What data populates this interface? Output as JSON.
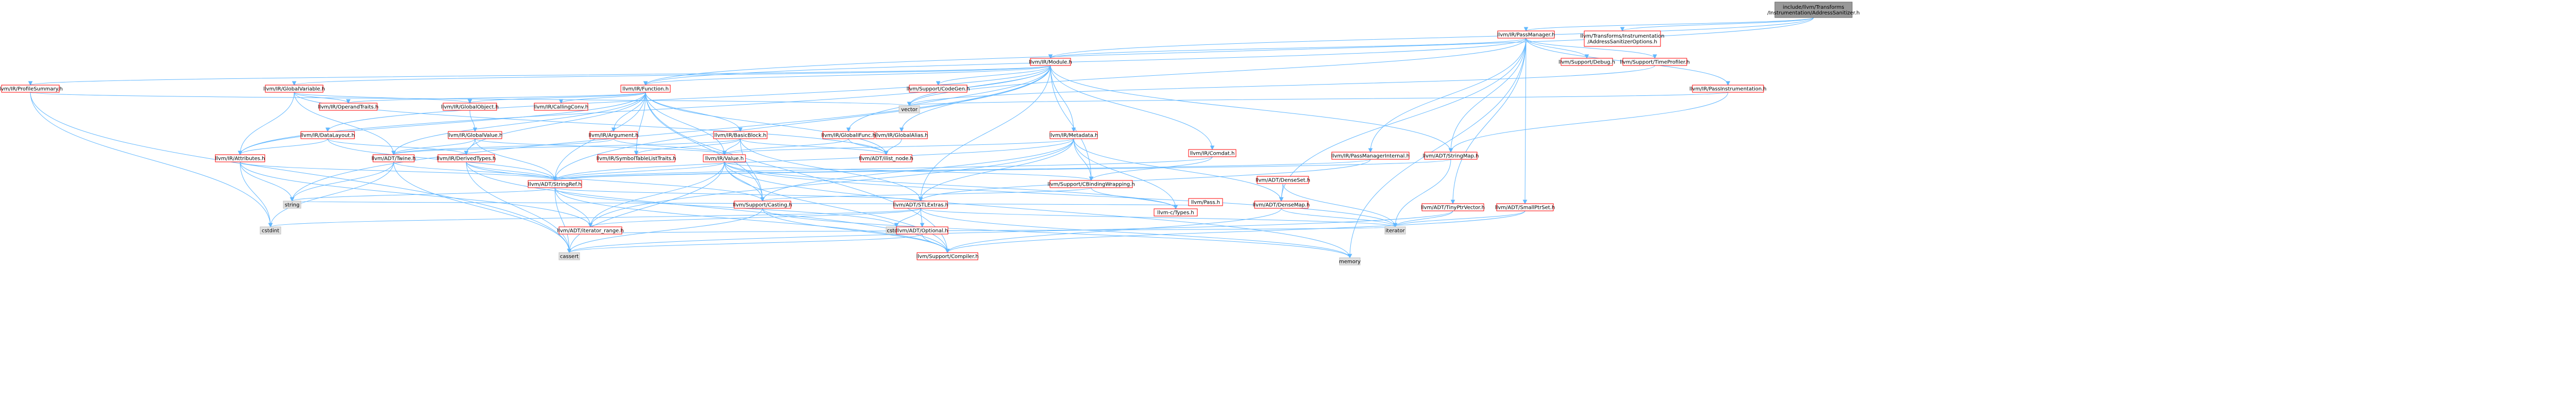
{
  "colors": {
    "root_fill": "#999999",
    "root_border": "#666666",
    "red_border": "#ff0000",
    "gray_border": "#bfbfbf",
    "node_fill": "#ffffff",
    "leaf_fill": "#e0e0e0",
    "edge": "#63b8ff"
  },
  "graph": {
    "nodes": [
      {
        "id": "root",
        "label": [
          "include/llvm/Transforms",
          "/Instrumentation/AddressSanitizer.h"
        ],
        "style": "root"
      },
      {
        "id": "passmanager",
        "label": [
          "llvm/IR/PassManager.h"
        ],
        "style": "red"
      },
      {
        "id": "asanopts",
        "label": [
          "llvm/Transforms/Instrumentation",
          "/AddressSanitizerOptions.h"
        ],
        "style": "red"
      },
      {
        "id": "module",
        "label": [
          "llvm/IR/Module.h"
        ],
        "style": "red"
      },
      {
        "id": "support_debug",
        "label": [
          "llvm/Support/Debug.h"
        ],
        "style": "red"
      },
      {
        "id": "timeprofiler",
        "label": [
          "llvm/Support/TimeProfiler.h"
        ],
        "style": "red"
      },
      {
        "id": "passinstr",
        "label": [
          "llvm/IR/PassInstrumentation.h"
        ],
        "style": "red"
      },
      {
        "id": "profilesummary",
        "label": [
          "llvm/IR/ProfileSummary.h"
        ],
        "style": "red"
      },
      {
        "id": "globalvariable",
        "label": [
          "llvm/IR/GlobalVariable.h"
        ],
        "style": "red"
      },
      {
        "id": "function",
        "label": [
          "llvm/IR/Function.h"
        ],
        "style": "red"
      },
      {
        "id": "codegen",
        "label": [
          "llvm/Support/CodeGen.h"
        ],
        "style": "red"
      },
      {
        "id": "operandtraits",
        "label": [
          "llvm/IR/OperandTraits.h"
        ],
        "style": "red"
      },
      {
        "id": "globalobject",
        "label": [
          "llvm/IR/GlobalObject.h"
        ],
        "style": "red"
      },
      {
        "id": "callingconv",
        "label": [
          "llvm/IR/CallingConv.h"
        ],
        "style": "red"
      },
      {
        "id": "vector",
        "label": [
          "vector"
        ],
        "style": "leaf"
      },
      {
        "id": "datalayout",
        "label": [
          "llvm/IR/DataLayout.h"
        ],
        "style": "red"
      },
      {
        "id": "globalvalue",
        "label": [
          "llvm/IR/GlobalValue.h"
        ],
        "style": "red"
      },
      {
        "id": "argument",
        "label": [
          "llvm/IR/Argument.h"
        ],
        "style": "red"
      },
      {
        "id": "basicblock",
        "label": [
          "llvm/IR/BasicBlock.h"
        ],
        "style": "red"
      },
      {
        "id": "globalifunc",
        "label": [
          "llvm/IR/GlobalIFunc.h"
        ],
        "style": "red"
      },
      {
        "id": "globalalias",
        "label": [
          "llvm/IR/GlobalAlias.h"
        ],
        "style": "red"
      },
      {
        "id": "metadata",
        "label": [
          "llvm/IR/Metadata.h"
        ],
        "style": "red"
      },
      {
        "id": "comdat",
        "label": [
          "llvm/IR/Comdat.h"
        ],
        "style": "red"
      },
      {
        "id": "passmanagerinternal",
        "label": [
          "llvm/IR/PassManagerInternal.h"
        ],
        "style": "red"
      },
      {
        "id": "stringmap",
        "label": [
          "llvm/ADT/StringMap.h"
        ],
        "style": "red"
      },
      {
        "id": "attributes",
        "label": [
          "llvm/IR/Attributes.h"
        ],
        "style": "red"
      },
      {
        "id": "twine",
        "label": [
          "llvm/ADT/Twine.h"
        ],
        "style": "red"
      },
      {
        "id": "derivedtypes",
        "label": [
          "llvm/IR/DerivedTypes.h"
        ],
        "style": "red"
      },
      {
        "id": "symboltable",
        "label": [
          "llvm/IR/SymbolTableListTraits.h"
        ],
        "style": "red"
      },
      {
        "id": "value",
        "label": [
          "llvm/IR/Value.h"
        ],
        "style": "red"
      },
      {
        "id": "ilist_node",
        "label": [
          "llvm/ADT/ilist_node.h"
        ],
        "style": "red"
      },
      {
        "id": "densemapset",
        "label": [
          "llvm/ADT/DenseSet.h"
        ],
        "style": "red"
      },
      {
        "id": "tinyptrvector",
        "label": [
          "llvm/ADT/TinyPtrVector.h"
        ],
        "style": "red"
      },
      {
        "id": "smallptrset",
        "label": [
          "llvm/ADT/SmallPtrSet.h"
        ],
        "style": "red"
      },
      {
        "id": "stringref",
        "label": [
          "llvm/ADT/StringRef.h"
        ],
        "style": "red"
      },
      {
        "id": "cbinding",
        "label": [
          "llvm/Support/CBindingWrapping.h"
        ],
        "style": "red"
      },
      {
        "id": "pass",
        "label": [
          "llvm/Pass.h"
        ],
        "style": "red"
      },
      {
        "id": "densemap",
        "label": [
          "llvm/ADT/DenseMap.h"
        ],
        "style": "red"
      },
      {
        "id": "string",
        "label": [
          "string"
        ],
        "style": "leaf"
      },
      {
        "id": "casting",
        "label": [
          "llvm/Support/Casting.h"
        ],
        "style": "red"
      },
      {
        "id": "stlextras",
        "label": [
          "llvm/ADT/STLExtras.h"
        ],
        "style": "red"
      },
      {
        "id": "ctypes",
        "label": [
          "llvm-c/Types.h"
        ],
        "style": "red"
      },
      {
        "id": "cstdint",
        "label": [
          "cstdint"
        ],
        "style": "leaf"
      },
      {
        "id": "cstddef",
        "label": [
          "cstddef"
        ],
        "style": "leaf"
      },
      {
        "id": "iterator",
        "label": [
          "iterator"
        ],
        "style": "leaf"
      },
      {
        "id": "iterator_range",
        "label": [
          "llvm/ADT/iterator_range.h"
        ],
        "style": "red"
      },
      {
        "id": "optional",
        "label": [
          "llvm/ADT/Optional.h"
        ],
        "style": "red"
      },
      {
        "id": "memory",
        "label": [
          "memory"
        ],
        "style": "leaf"
      },
      {
        "id": "cassert",
        "label": [
          "cassert"
        ],
        "style": "leaf"
      },
      {
        "id": "compiler",
        "label": [
          "llvm/Support/Compiler.h"
        ],
        "style": "red"
      }
    ]
  }
}
